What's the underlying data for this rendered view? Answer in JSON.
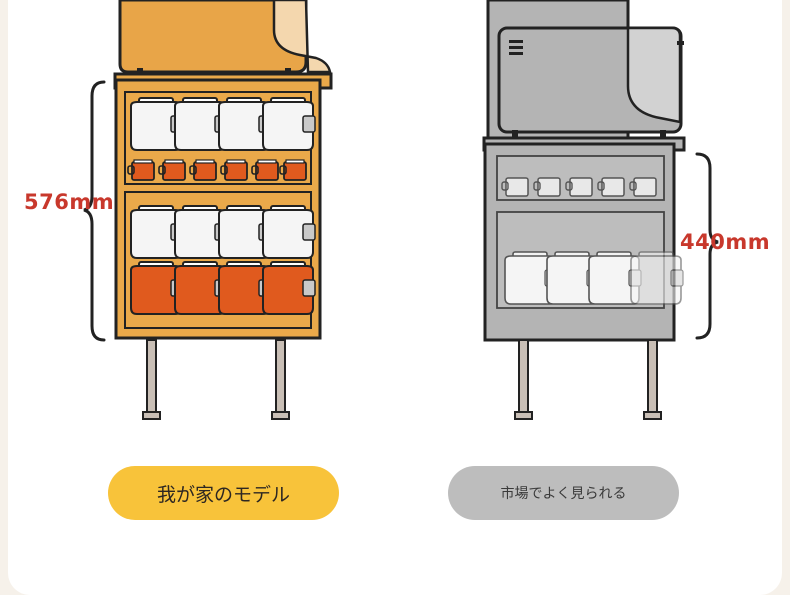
{
  "measurements": {
    "left_height": "576mm",
    "right_height": "440mm"
  },
  "buttons": {
    "our_model": "我が家のモデル",
    "market_model": "市場でよく見られる"
  },
  "colors": {
    "our_cabinet": "#eaa94a",
    "market_cabinet": "#b4b4b4",
    "accent_yellow": "#f8c33a",
    "measure_red": "#c8382c"
  },
  "icons": {
    "left_figure": "rice-cooker-on-storage-rack",
    "right_figure": "microwave-on-storage-rack"
  }
}
